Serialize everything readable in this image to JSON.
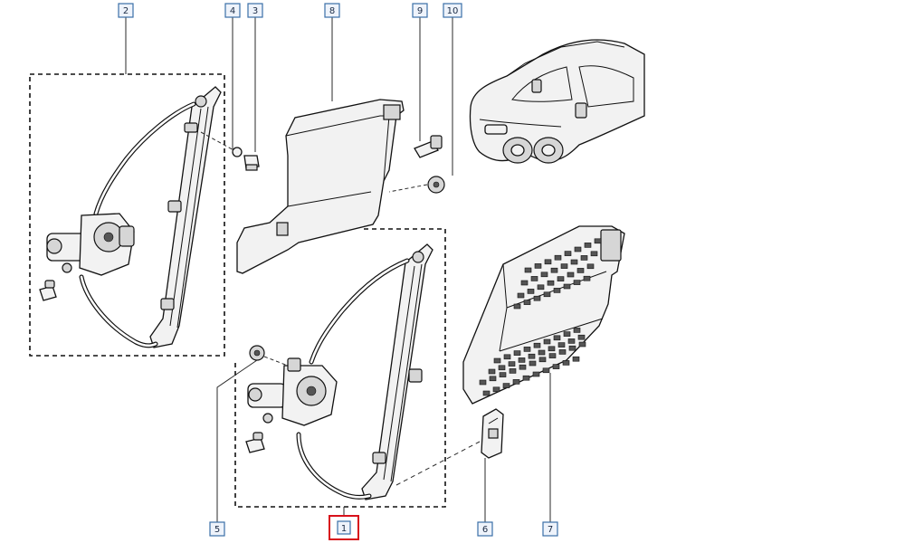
{
  "callouts": [
    {
      "id": "2",
      "label": "2"
    },
    {
      "id": "4",
      "label": "4"
    },
    {
      "id": "3",
      "label": "3"
    },
    {
      "id": "8",
      "label": "8"
    },
    {
      "id": "9",
      "label": "9"
    },
    {
      "id": "10",
      "label": "10"
    },
    {
      "id": "5",
      "label": "5"
    },
    {
      "id": "1",
      "label": "1",
      "highlighted": true
    },
    {
      "id": "6",
      "label": "6"
    },
    {
      "id": "7",
      "label": "7"
    }
  ],
  "colors": {
    "callout_border": "#3a6fa8",
    "callout_fill": "#eef3fb",
    "highlight_border": "#d8111b"
  }
}
